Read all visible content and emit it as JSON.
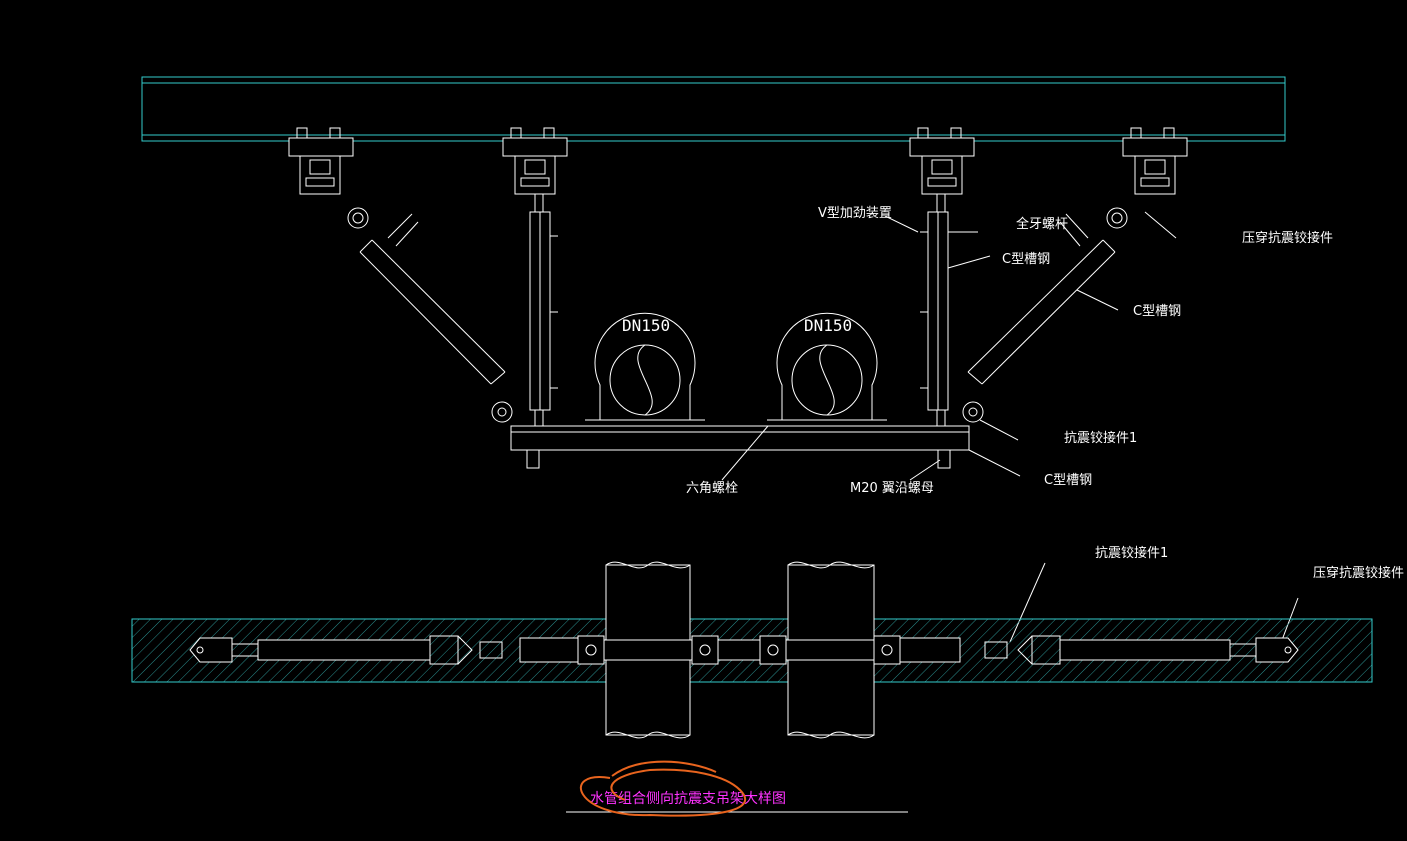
{
  "labels": {
    "v_reinforce": "V型加劲装置",
    "full_thread_rod": "全牙螺杆",
    "c_channel_1": "C型槽钢",
    "c_channel_2": "C型槽钢",
    "c_channel_3": "C型槽钢",
    "press_hinge_top": "压穿抗震铰接件",
    "seismic_hinge_1": "抗震铰接件1",
    "hex_bolt": "六角螺栓",
    "m20_nut": "M20 翼沿螺母",
    "seismic_hinge_1_plan": "抗震铰接件1",
    "press_hinge_plan": "压穿抗震铰接件"
  },
  "pipes": [
    {
      "label": "DN150"
    },
    {
      "label": "DN150"
    }
  ],
  "title": "水管组合侧向抗震支吊架大样图",
  "colors": {
    "background": "#000000",
    "lines": "#ffffff",
    "beam": "#33cccc",
    "title": "#ff33ff",
    "markup": "#e8641e"
  }
}
